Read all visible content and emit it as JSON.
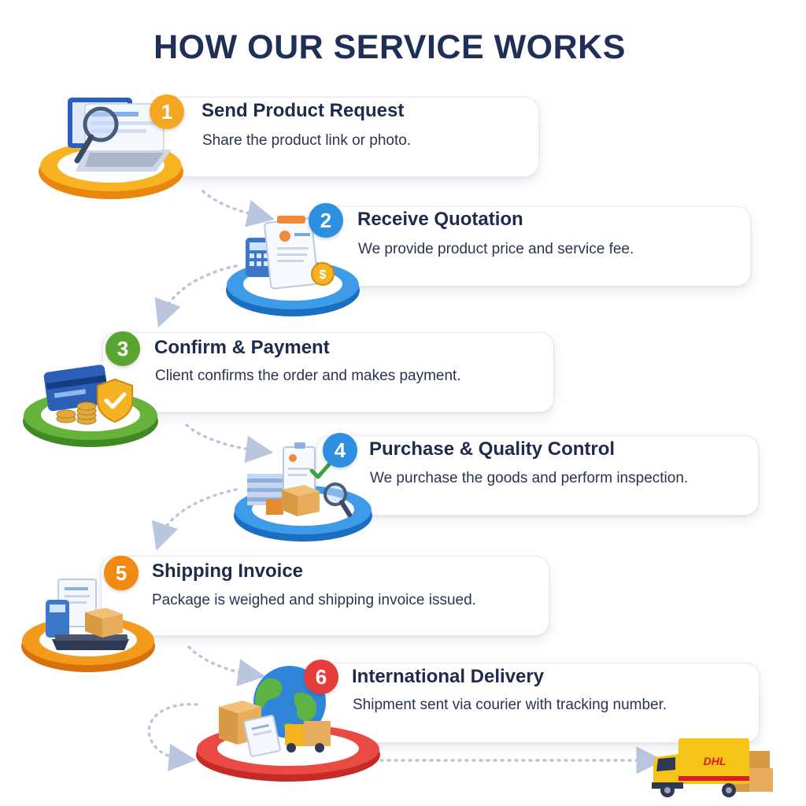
{
  "title": "HOW OUR SERVICE WORKS",
  "colors": {
    "yellow": "#f5a623",
    "blue": "#2d8fe0",
    "green": "#5aa431",
    "orange": "#f08a12",
    "red": "#e53e3a",
    "navy": "#1f2f57"
  },
  "steps": [
    {
      "number": "1",
      "title": "Send Product Request",
      "description": "Share the product link or photo.",
      "icon": "laptop-magnifier-icon"
    },
    {
      "number": "2",
      "title": "Receive Quotation",
      "description": "We provide product price and service fee.",
      "icon": "quotation-document-icon"
    },
    {
      "number": "3",
      "title": "Confirm & Payment",
      "description": "Client confirms the order and makes payment.",
      "icon": "payment-card-shield-icon"
    },
    {
      "number": "4",
      "title": "Purchase & Quality Control",
      "description": "We purchase the goods and perform inspection.",
      "icon": "warehouse-inspection-icon"
    },
    {
      "number": "5",
      "title": "Shipping Invoice",
      "description": "Package is weighed and shipping invoice issued.",
      "icon": "scale-package-icon"
    },
    {
      "number": "6",
      "title": "International Delivery",
      "description": "Shipment sent via courier with tracking number.",
      "icon": "globe-shipping-icon"
    }
  ],
  "truck_brand": "DHL"
}
